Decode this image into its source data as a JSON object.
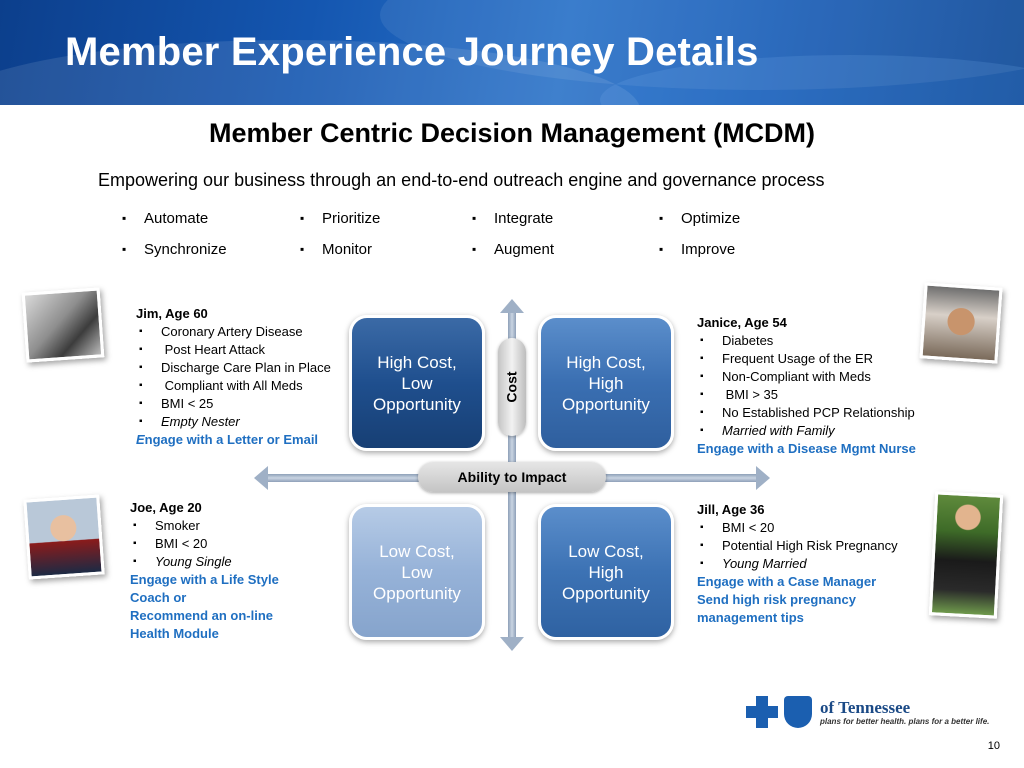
{
  "header": {
    "title": "Member Experience Journey Details"
  },
  "subtitle": "Member Centric Decision Management (MCDM)",
  "tagline": "Empowering our business through an end-to-end outreach engine and governance process",
  "bullets": [
    [
      "Automate",
      "Synchronize"
    ],
    [
      "Prioritize",
      "Monitor"
    ],
    [
      "Integrate",
      "Augment"
    ],
    [
      "Optimize",
      "Improve"
    ]
  ],
  "matrix": {
    "cost_label": "Cost",
    "impact_label": "Ability to Impact",
    "quadrants": {
      "high_cost_low_opp": [
        "High Cost,",
        "Low",
        "Opportunity"
      ],
      "high_cost_high_opp": [
        "High Cost,",
        "High",
        "Opportunity"
      ],
      "low_cost_low_opp": [
        "Low Cost,",
        "Low",
        "Opportunity"
      ],
      "low_cost_high_opp": [
        "Low Cost,",
        "High",
        "Opportunity"
      ]
    },
    "colors": {
      "dark": "#1f4f8e",
      "medium": "#3a6fb2",
      "light": "#96b2d8"
    }
  },
  "personas": {
    "jim": {
      "name": "Jim, Age 60",
      "items": [
        "Coronary Artery Disease",
        " Post Heart Attack",
        "Discharge Care Plan in Place",
        " Compliant with All Meds",
        "BMI < 25"
      ],
      "italic_item": "Empty Nester",
      "action_first": "E",
      "action_rest": "ngage with a Letter or Email"
    },
    "janice": {
      "name": "Janice, Age 54",
      "items": [
        "Diabetes",
        "Frequent Usage of the ER",
        "Non-Compliant with Meds",
        " BMI > 35",
        "No Established PCP Relationship"
      ],
      "italic_item": "Married with Family",
      "action": "Engage with a Disease Mgmt Nurse"
    },
    "joe": {
      "name": "Joe, Age 20",
      "items": [
        "Smoker",
        "BMI < 20"
      ],
      "italic_item": "Young Single",
      "action_lines": [
        "Engage with a Life Style",
        "Coach or",
        "Recommend an on-line",
        "Health Module"
      ]
    },
    "jill": {
      "name": "Jill, Age 36",
      "items": [
        "BMI < 20",
        "Potential High Risk Pregnancy"
      ],
      "italic_item": "Young Married",
      "action_lines": [
        "Engage with a Case Manager",
        "Send high risk pregnancy",
        "management tips"
      ]
    }
  },
  "photos": {
    "jim": "photo-man-icon",
    "joe": "photo-young-man-icon",
    "janice": "photo-woman-icon",
    "jill": "photo-pregnant-woman-icon"
  },
  "logo": {
    "name": "of Tennessee",
    "tagline": "plans for better health. plans for a better life."
  },
  "page_number": "10",
  "accent_color": "#1f6fc1"
}
